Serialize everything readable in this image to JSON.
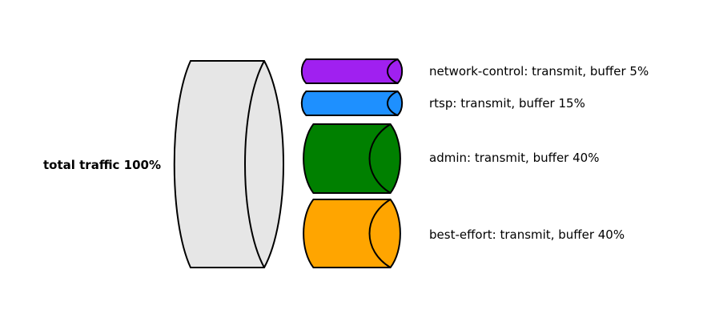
{
  "total": {
    "label": "total traffic 100%",
    "fill": "#e6e6e6",
    "stroke": "#000000"
  },
  "queues": [
    {
      "name": "network-control",
      "label": "network-control: transmit, buffer 5%",
      "buffer_percent": 5,
      "color": "#a020f0"
    },
    {
      "name": "rtsp",
      "label": "rtsp: transmit, buffer 15%",
      "buffer_percent": 15,
      "color": "#1e90ff"
    },
    {
      "name": "admin",
      "label": "admin: transmit, buffer 40%",
      "buffer_percent": 40,
      "color": "#008000"
    },
    {
      "name": "best-effort",
      "label": "best-effort: transmit, buffer 40%",
      "buffer_percent": 40,
      "color": "#ffa500"
    }
  ]
}
